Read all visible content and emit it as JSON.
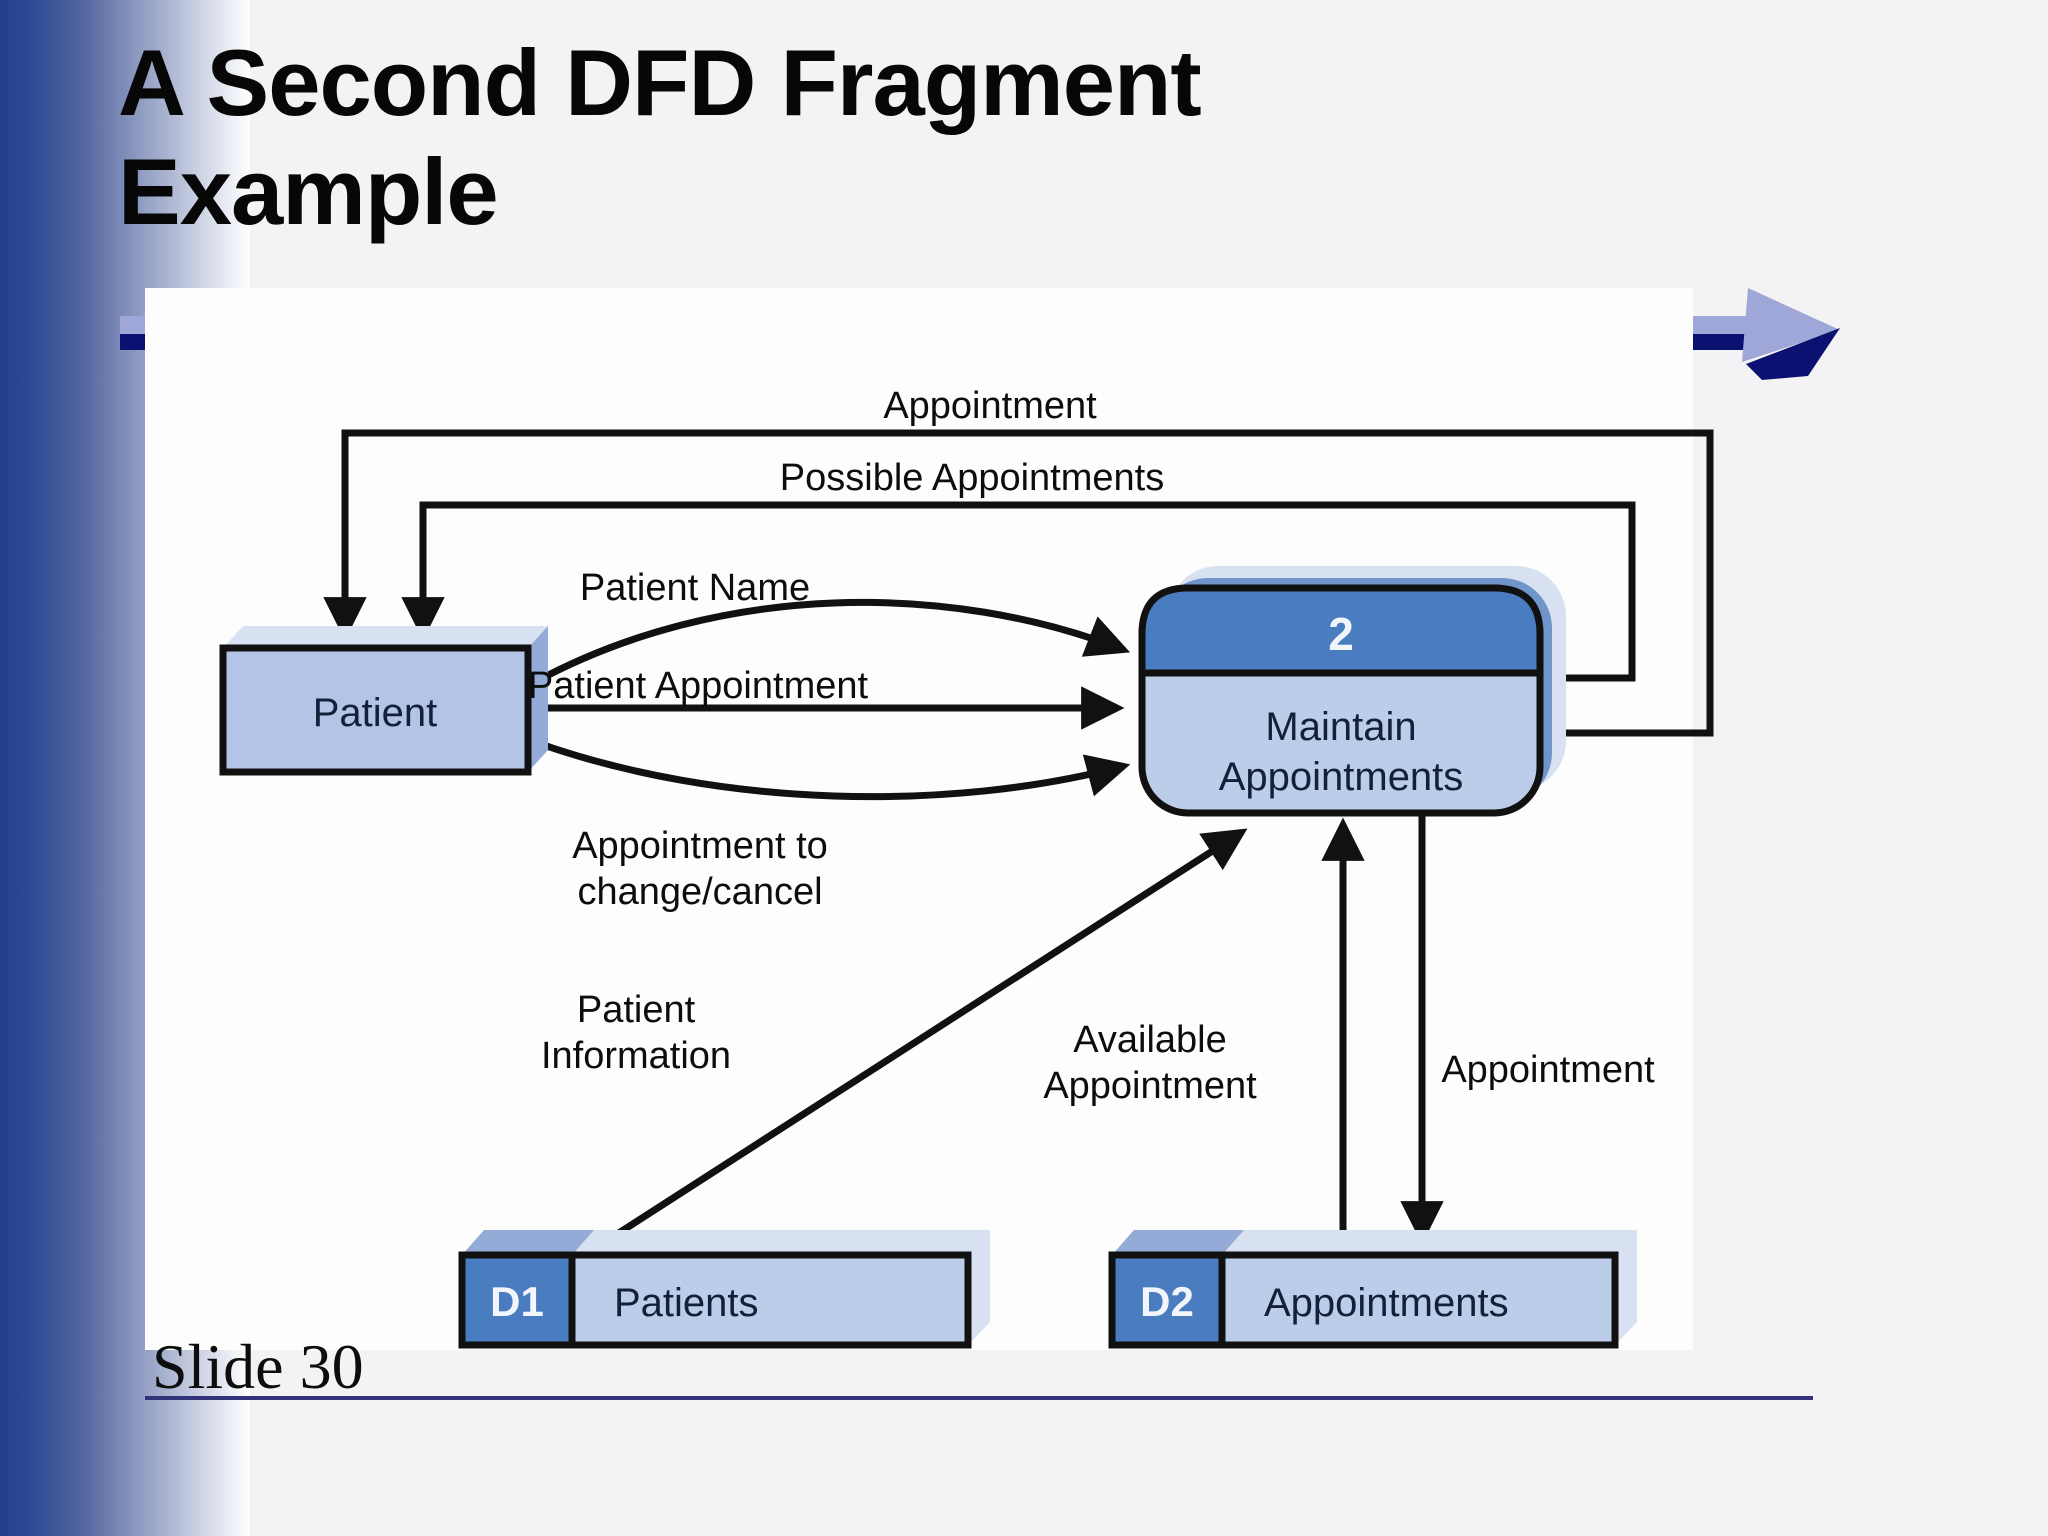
{
  "slide": {
    "title_line1": "A Second DFD Fragment",
    "title_line2": "Example",
    "footer": "Slide 30"
  },
  "diagram": {
    "external_entity": {
      "label": "Patient"
    },
    "process": {
      "number": "2",
      "name_line1": "Maintain",
      "name_line2": "Appointments"
    },
    "data_stores": {
      "d1": {
        "id": "D1",
        "name": "Patients"
      },
      "d2": {
        "id": "D2",
        "name": "Appointments"
      }
    },
    "flows": {
      "appointment_out": {
        "label": "Appointment"
      },
      "possible_appointments": {
        "label": "Possible Appointments"
      },
      "patient_name": {
        "label": "Patient Name"
      },
      "patient_appointment": {
        "label": "Patient Appointment"
      },
      "appointment_change_cancel": {
        "label_line1": "Appointment to",
        "label_line2": "change/cancel"
      },
      "patient_information": {
        "label_line1": "Patient",
        "label_line2": "Information"
      },
      "available_appointment": {
        "label_line1": "Available",
        "label_line2": "Appointment"
      },
      "appointment_to_store": {
        "label": "Appointment"
      }
    }
  },
  "colors": {
    "process-header": "#4a7cc0",
    "shape-fill": "#bccde9",
    "entity-fill": "#b3c4e6",
    "shape-top": "#d7e1f1",
    "shape-side": "#93abd6",
    "accent-side": "#6f95cb",
    "line": "#111111",
    "underline-light": "#9fa6d8",
    "underline-dark": "#0b1170",
    "gradient-start": "#23408d",
    "slide-bg": "#f3f3f5",
    "panel-bg": "#fdfdfe",
    "title-color": "#070707"
  }
}
